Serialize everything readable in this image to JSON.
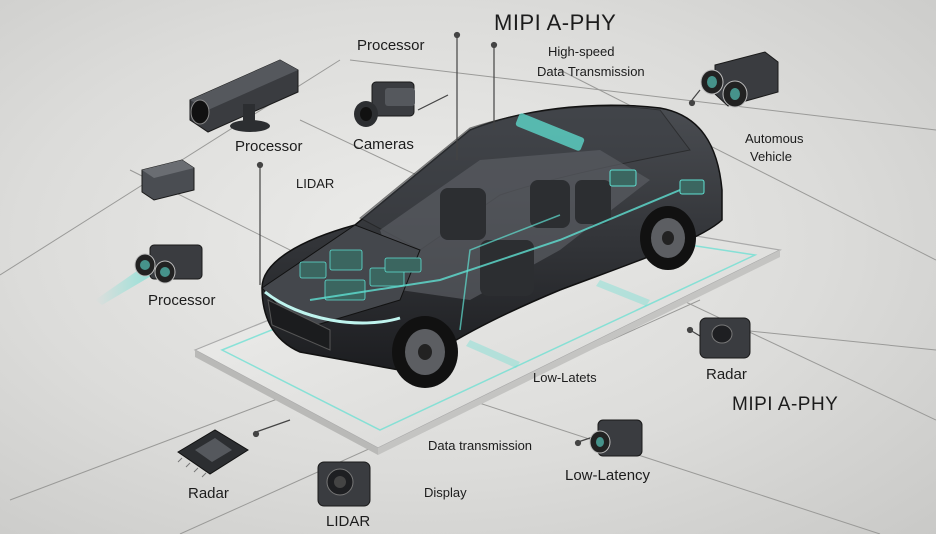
{
  "labels": {
    "title_top": "MIPI A-PHY",
    "subtitle_line1": "High-speed",
    "subtitle_line2": "Data Transmission",
    "processor_top": "Processor",
    "processor_left": "Processor",
    "cameras": "Cameras",
    "lidar_left": "LIDAR",
    "processor_mid": "Processor",
    "autonomous_line1": "Automous",
    "autonomous_line2": "Vehicle",
    "radar_right": "Radar",
    "mipi_right": "MIPI A-PHY",
    "low_latency_center": "Low-Latets",
    "data_transmission": "Data transmission",
    "low_latency_right": "Low-Latency",
    "radar_bottom": "Radar",
    "lidar_bottom": "LIDAR",
    "display": "Display"
  },
  "colors": {
    "accent_glow": "#5fe0d2",
    "car_body": "#2a2c30",
    "platform": "#e6e6e4",
    "device": "#3a3c40"
  }
}
